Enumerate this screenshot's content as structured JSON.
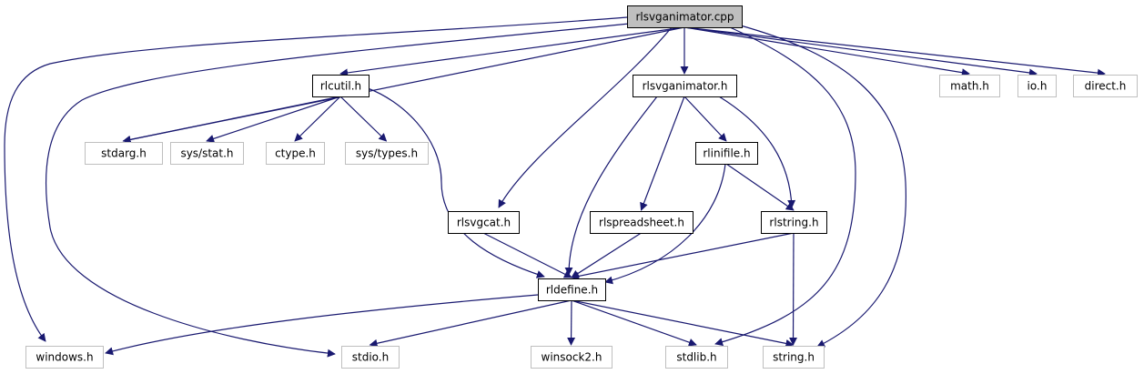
{
  "colors": {
    "edge": "#191970",
    "root_fill": "#bfbfbf",
    "root_stroke": "#000000",
    "local_stroke": "#000000",
    "system_stroke": "#bfbfbf",
    "text": "#000000"
  },
  "nodes": [
    {
      "id": "rlsvganimator_cpp",
      "label": "rlsvganimator.cpp",
      "kind": "root"
    },
    {
      "id": "rlcutil_h",
      "label": "rlcutil.h",
      "kind": "local"
    },
    {
      "id": "rlsvganimator_h",
      "label": "rlsvganimator.h",
      "kind": "local"
    },
    {
      "id": "math_h",
      "label": "math.h",
      "kind": "system"
    },
    {
      "id": "io_h",
      "label": "io.h",
      "kind": "system"
    },
    {
      "id": "direct_h",
      "label": "direct.h",
      "kind": "system"
    },
    {
      "id": "stdarg_h",
      "label": "stdarg.h",
      "kind": "system"
    },
    {
      "id": "sys_stat_h",
      "label": "sys/stat.h",
      "kind": "system"
    },
    {
      "id": "ctype_h",
      "label": "ctype.h",
      "kind": "system"
    },
    {
      "id": "sys_types_h",
      "label": "sys/types.h",
      "kind": "system"
    },
    {
      "id": "rlinifile_h",
      "label": "rlinifile.h",
      "kind": "local"
    },
    {
      "id": "rlsvgcat_h",
      "label": "rlsvgcat.h",
      "kind": "local"
    },
    {
      "id": "rlspreadsheet_h",
      "label": "rlspreadsheet.h",
      "kind": "local"
    },
    {
      "id": "rlstring_h",
      "label": "rlstring.h",
      "kind": "local"
    },
    {
      "id": "rldefine_h",
      "label": "rldefine.h",
      "kind": "local"
    },
    {
      "id": "windows_h",
      "label": "windows.h",
      "kind": "system"
    },
    {
      "id": "stdio_h",
      "label": "stdio.h",
      "kind": "system"
    },
    {
      "id": "winsock2_h",
      "label": "winsock2.h",
      "kind": "system"
    },
    {
      "id": "stdlib_h",
      "label": "stdlib.h",
      "kind": "system"
    },
    {
      "id": "string_h",
      "label": "string.h",
      "kind": "system"
    }
  ],
  "edges": [
    {
      "from": "rlsvganimator_cpp",
      "to": "rlcutil_h"
    },
    {
      "from": "rlsvganimator_cpp",
      "to": "stdarg_h"
    },
    {
      "from": "rlsvganimator_cpp",
      "to": "windows_h"
    },
    {
      "from": "rlsvganimator_cpp",
      "to": "stdio_h"
    },
    {
      "from": "rlsvganimator_cpp",
      "to": "rlsvgcat_h"
    },
    {
      "from": "rlsvganimator_cpp",
      "to": "rlsvganimator_h"
    },
    {
      "from": "rlsvganimator_cpp",
      "to": "stdlib_h"
    },
    {
      "from": "rlsvganimator_cpp",
      "to": "string_h"
    },
    {
      "from": "rlsvganimator_cpp",
      "to": "math_h"
    },
    {
      "from": "rlsvganimator_cpp",
      "to": "io_h"
    },
    {
      "from": "rlsvganimator_cpp",
      "to": "direct_h"
    },
    {
      "from": "rlcutil_h",
      "to": "stdarg_h"
    },
    {
      "from": "rlcutil_h",
      "to": "sys_stat_h"
    },
    {
      "from": "rlcutil_h",
      "to": "ctype_h"
    },
    {
      "from": "rlcutil_h",
      "to": "sys_types_h"
    },
    {
      "from": "rlcutil_h",
      "to": "rldefine_h"
    },
    {
      "from": "rlsvganimator_h",
      "to": "rldefine_h"
    },
    {
      "from": "rlsvganimator_h",
      "to": "rlspreadsheet_h"
    },
    {
      "from": "rlsvganimator_h",
      "to": "rlinifile_h"
    },
    {
      "from": "rlsvganimator_h",
      "to": "rlstring_h"
    },
    {
      "from": "rlinifile_h",
      "to": "rldefine_h"
    },
    {
      "from": "rlinifile_h",
      "to": "rlstring_h"
    },
    {
      "from": "rlsvgcat_h",
      "to": "rldefine_h"
    },
    {
      "from": "rlspreadsheet_h",
      "to": "rldefine_h"
    },
    {
      "from": "rlstring_h",
      "to": "rldefine_h"
    },
    {
      "from": "rlstring_h",
      "to": "string_h"
    },
    {
      "from": "rldefine_h",
      "to": "windows_h"
    },
    {
      "from": "rldefine_h",
      "to": "stdio_h"
    },
    {
      "from": "rldefine_h",
      "to": "winsock2_h"
    },
    {
      "from": "rldefine_h",
      "to": "stdlib_h"
    },
    {
      "from": "rldefine_h",
      "to": "string_h"
    }
  ]
}
